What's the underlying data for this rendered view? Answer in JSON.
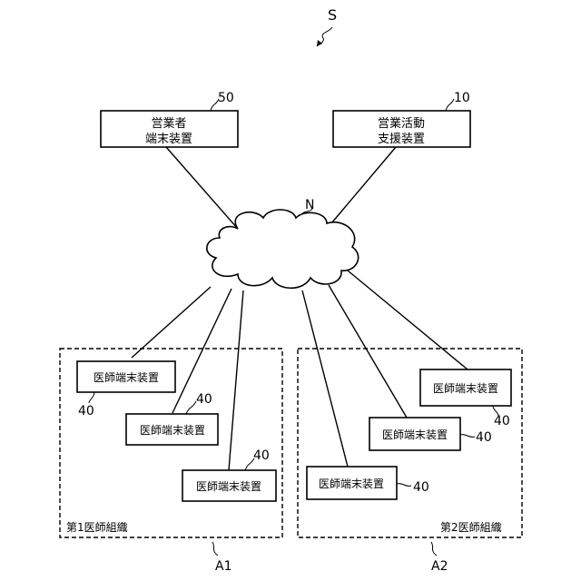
{
  "system_label": "S",
  "network_label": "N",
  "sales_terminal": {
    "line1": "営業者",
    "line2": "端末装置",
    "ref": "50"
  },
  "support_device": {
    "line1": "営業活動",
    "line2": "支援装置",
    "ref": "10"
  },
  "doctor_terminals": [
    {
      "label": "医師端末装置",
      "ref": "40"
    },
    {
      "label": "医師端末装置",
      "ref": "40"
    },
    {
      "label": "医師端末装置",
      "ref": "40"
    },
    {
      "label": "医師端末装置",
      "ref": "40"
    },
    {
      "label": "医師端末装置",
      "ref": "40"
    },
    {
      "label": "医師端末装置",
      "ref": "40"
    }
  ],
  "org1": {
    "label": "第1医師組織",
    "ref": "A1"
  },
  "org2": {
    "label": "第2医師組織",
    "ref": "A2"
  }
}
